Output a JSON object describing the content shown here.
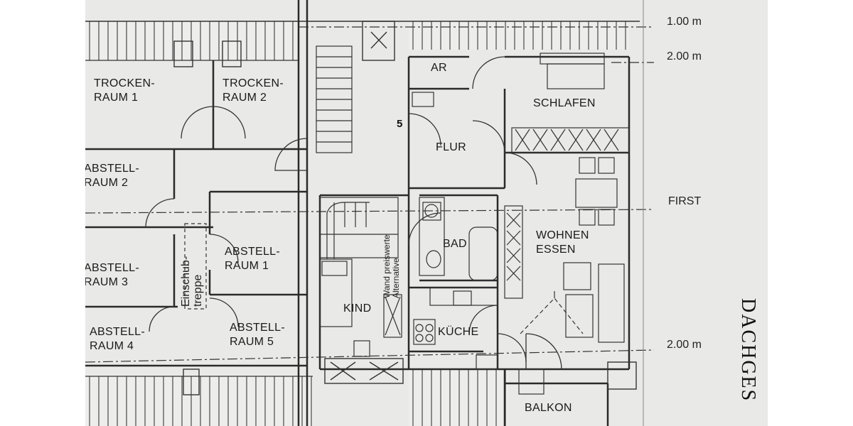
{
  "rooms": {
    "trocken1": [
      "TROCKEN-",
      "RAUM 1"
    ],
    "trocken2": [
      "TROCKEN-",
      "RAUM 2"
    ],
    "abstell2": [
      "ABSTELL-",
      "RAUM 2"
    ],
    "abstell3": [
      "ABSTELL-",
      "RAUM 3"
    ],
    "abstell4": [
      "ABSTELL-",
      "RAUM 4"
    ],
    "abstell1": [
      "ABSTELL-",
      "RAUM 1"
    ],
    "abstell5": [
      "ABSTELL-",
      "RAUM 5"
    ],
    "ar": "AR",
    "schlafen": "SCHLAFEN",
    "flur": "FLUR",
    "bad": "BAD",
    "wohnen": [
      "WOHNEN",
      "ESSEN"
    ],
    "kind": "KIND",
    "kueche": "KÜCHE",
    "balkon": "BALKON"
  },
  "stair_number": "5",
  "einschub": [
    "Einschub-",
    "treppe"
  ],
  "wall_note": [
    "Wand preiswerte",
    "Alternative"
  ],
  "markers": {
    "m1": "1.00 m",
    "m2": "2.00 m",
    "first": "FIRST",
    "m3": "2.00 m"
  },
  "side_label": "DACHGES"
}
